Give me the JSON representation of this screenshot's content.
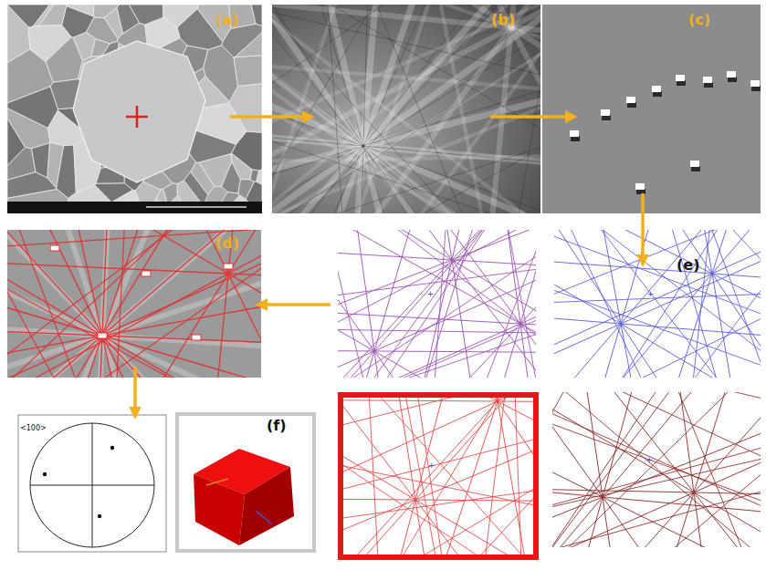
{
  "diagram": {
    "nodes": [
      {
        "text": [
          "(a)"
        ]
      },
      {
        "text": [
          "(b)"
        ]
      },
      {
        "text": [
          "(c)"
        ]
      },
      {
        "text": [
          "(d)"
        ]
      },
      {
        "text": [
          "(e)"
        ]
      },
      {
        "text": [
          "<100>"
        ]
      },
      {
        "text": [
          "(f)"
        ]
      }
    ],
    "edges": [
      {
        "from": 0,
        "to": 1,
        "arrow": "to"
      },
      {
        "from": 1,
        "to": 2,
        "arrow": "to"
      },
      {
        "from": 2,
        "to": 4,
        "arrow": "to"
      },
      {
        "from": 3,
        "to": 5,
        "arrow": "to"
      }
    ]
  }
}
